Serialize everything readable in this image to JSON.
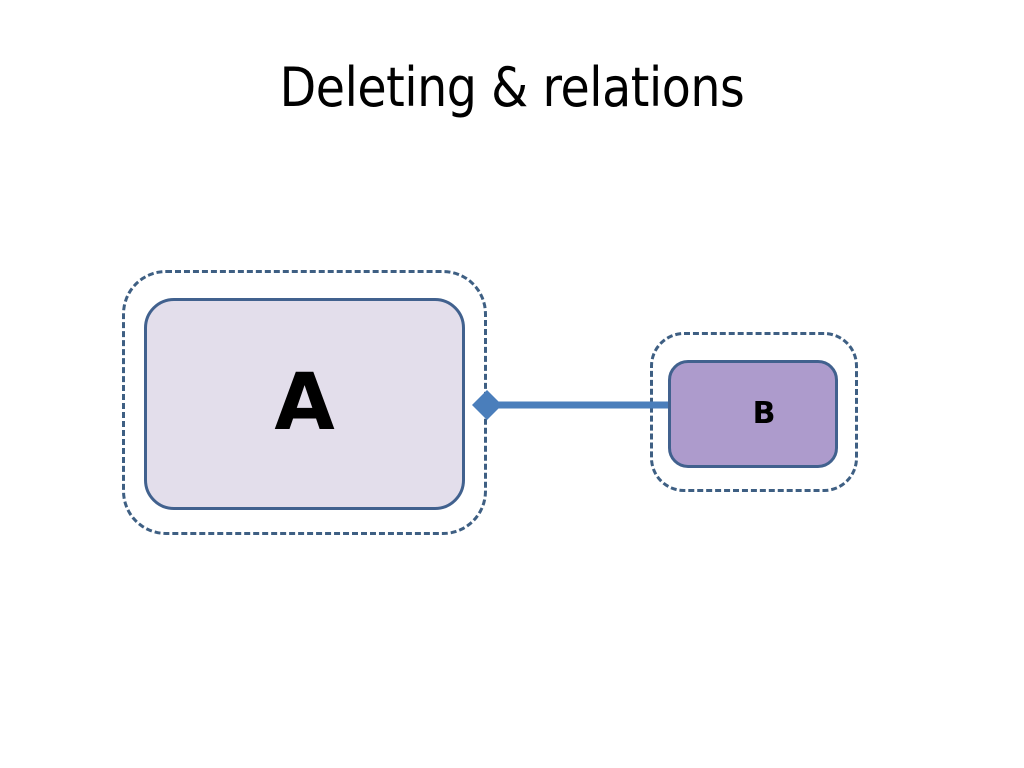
{
  "slide": {
    "title": "Deleting & relations",
    "background_color": "#FFFFFF"
  },
  "diagram": {
    "type": "uml-aggregation",
    "shapes": [
      {
        "id": "a",
        "label": "A",
        "fill_color": "#E3DEEB",
        "border_color": "#41618E",
        "selected": true,
        "selection_style": "dashed"
      },
      {
        "id": "b",
        "label": "B",
        "fill_color": "#AD9BCC",
        "border_color": "#41618E",
        "selected": true,
        "selection_style": "dashed"
      }
    ],
    "connector": {
      "name": "aggregation-connector",
      "from": "B",
      "to": "A",
      "line_color": "#4A7EBB",
      "end_marker": "diamond",
      "marker_at": "A"
    },
    "selection_color": "#3E5F83"
  }
}
